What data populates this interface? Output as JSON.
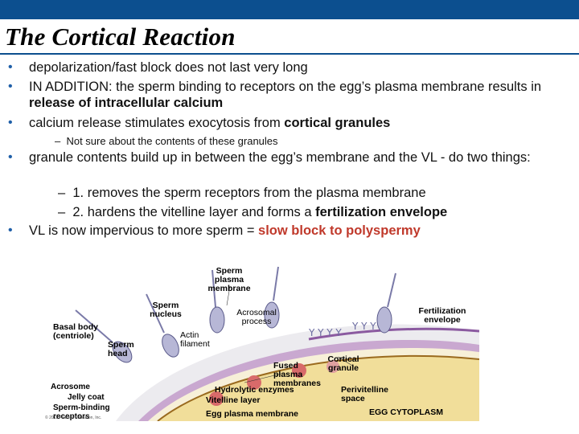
{
  "slide": {
    "title": "The Cortical Reaction"
  },
  "bullets": [
    {
      "text": "depolarization/fast block does not last very long"
    },
    {
      "text_pre": "IN ADDITION:  the sperm binding to receptors on the egg’s plasma membrane results in ",
      "text_bold": "release of intracellular calcium"
    },
    {
      "text_pre": "calcium release stimulates exocytosis from ",
      "text_bold": "cortical granules"
    },
    {
      "sub": "Not sure about the contents of these granules"
    },
    {
      "text": "granule contents build up in between the egg’s membrane and the VL -  do two things:"
    },
    {
      "sub": "1. removes the sperm receptors from the plasma membrane"
    },
    {
      "sub_pre": "2. hardens the vitelline layer and forms a ",
      "sub_bold": "fertilization envelope"
    },
    {
      "text_pre": "VL is now impervious to more sperm = ",
      "text_red": "slow block to polyspermy"
    }
  ],
  "diagram_labels": {
    "sperm_plasma_membrane": "Sperm plasma membrane",
    "sperm_nucleus": "Sperm nucleus",
    "acrosomal_process": "Acrosomal process",
    "fertilization_envelope": "Fertilization envelope",
    "basal_body": "Basal body (centriole)",
    "sperm_head": "Sperm head",
    "actin_filament": "Actin filament",
    "cortical_granule": "Cortical granule",
    "fused_membranes": "Fused plasma membranes",
    "acrosome": "Acrosome",
    "jelly_coat": "Jelly coat",
    "sperm_binding_receptors": "Sperm-binding receptors",
    "hydrolytic_enzymes": "Hydrolytic enzymes",
    "perivitelline_space": "Perivitelline space",
    "vitelline_layer": "Vitelline layer",
    "egg_plasma_membrane": "Egg plasma membrane",
    "egg_cytoplasm": "EGG CYTOPLASM",
    "copyright": "© 2011 Pearson Education, Inc."
  },
  "colors": {
    "header_bar": "#0c4f8f",
    "bullet": "#1f5fa8",
    "emphasis_red": "#c0392b",
    "jelly_coat": "#f3f3f5",
    "vitelline_layer": "#c9a8d0",
    "egg_cytoplasm": "#f1de9a"
  }
}
